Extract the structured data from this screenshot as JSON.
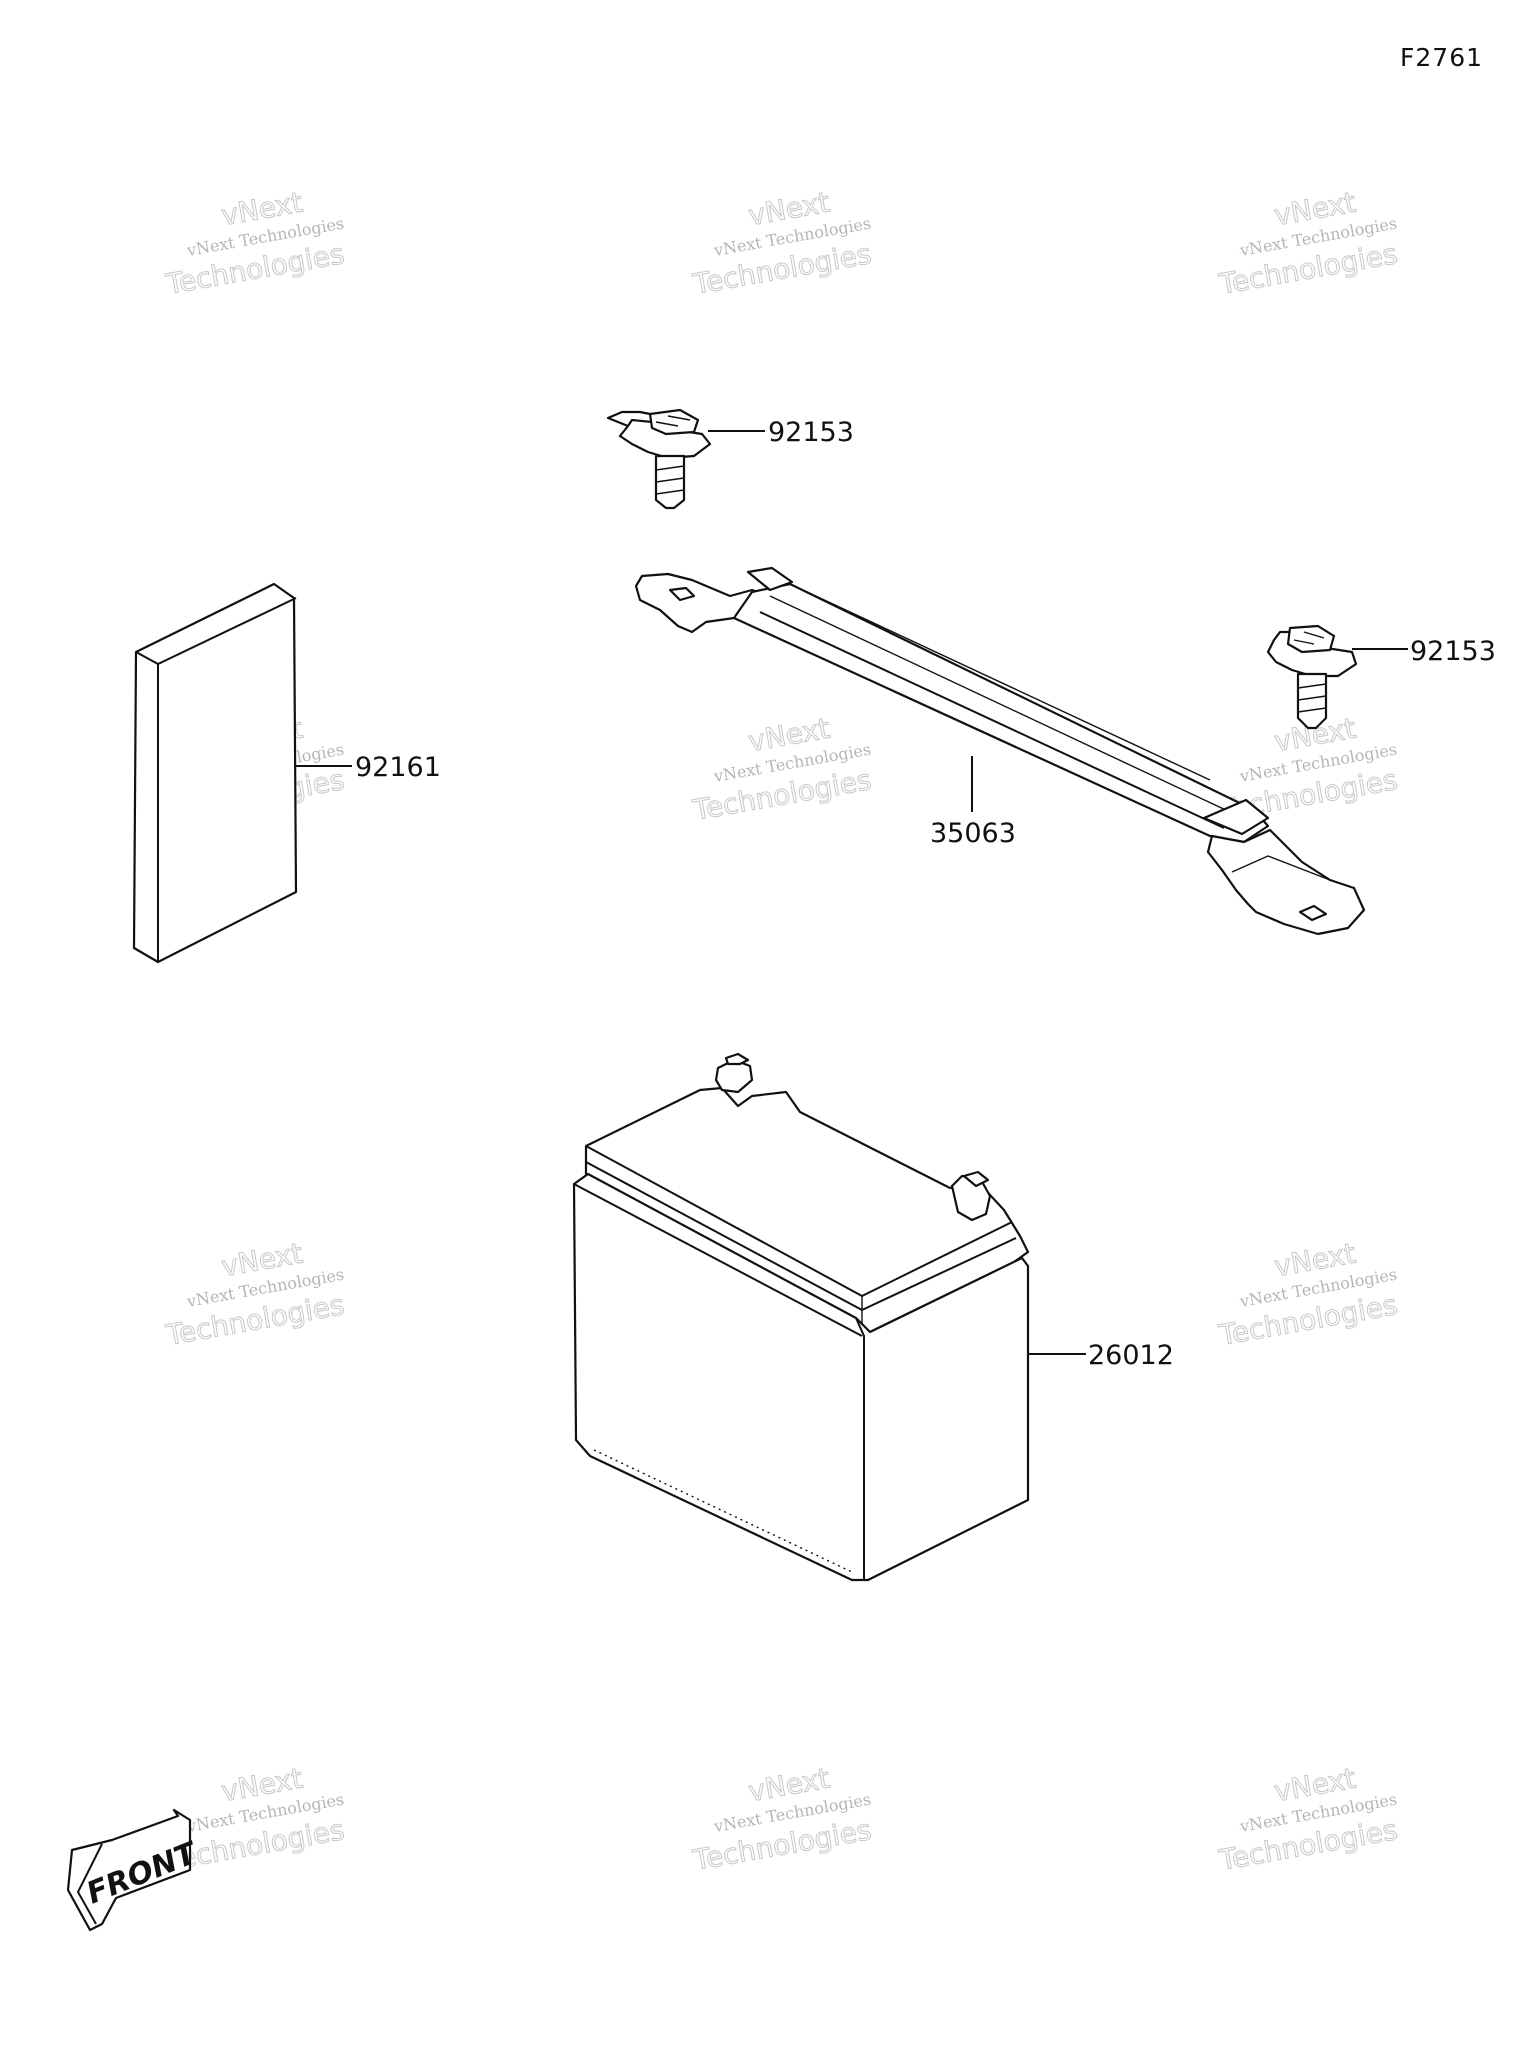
{
  "diagram_code": "F2761",
  "watermark": {
    "line1": "vNext",
    "line2": "vNext Technologies",
    "line3": "Technologies"
  },
  "parts": [
    {
      "id": "bolt-top",
      "number": "92153"
    },
    {
      "id": "bolt-right",
      "number": "92153"
    },
    {
      "id": "pad",
      "number": "92161"
    },
    {
      "id": "strap",
      "number": "35063"
    },
    {
      "id": "battery",
      "number": "26012"
    }
  ],
  "front_marker": "FRONT"
}
